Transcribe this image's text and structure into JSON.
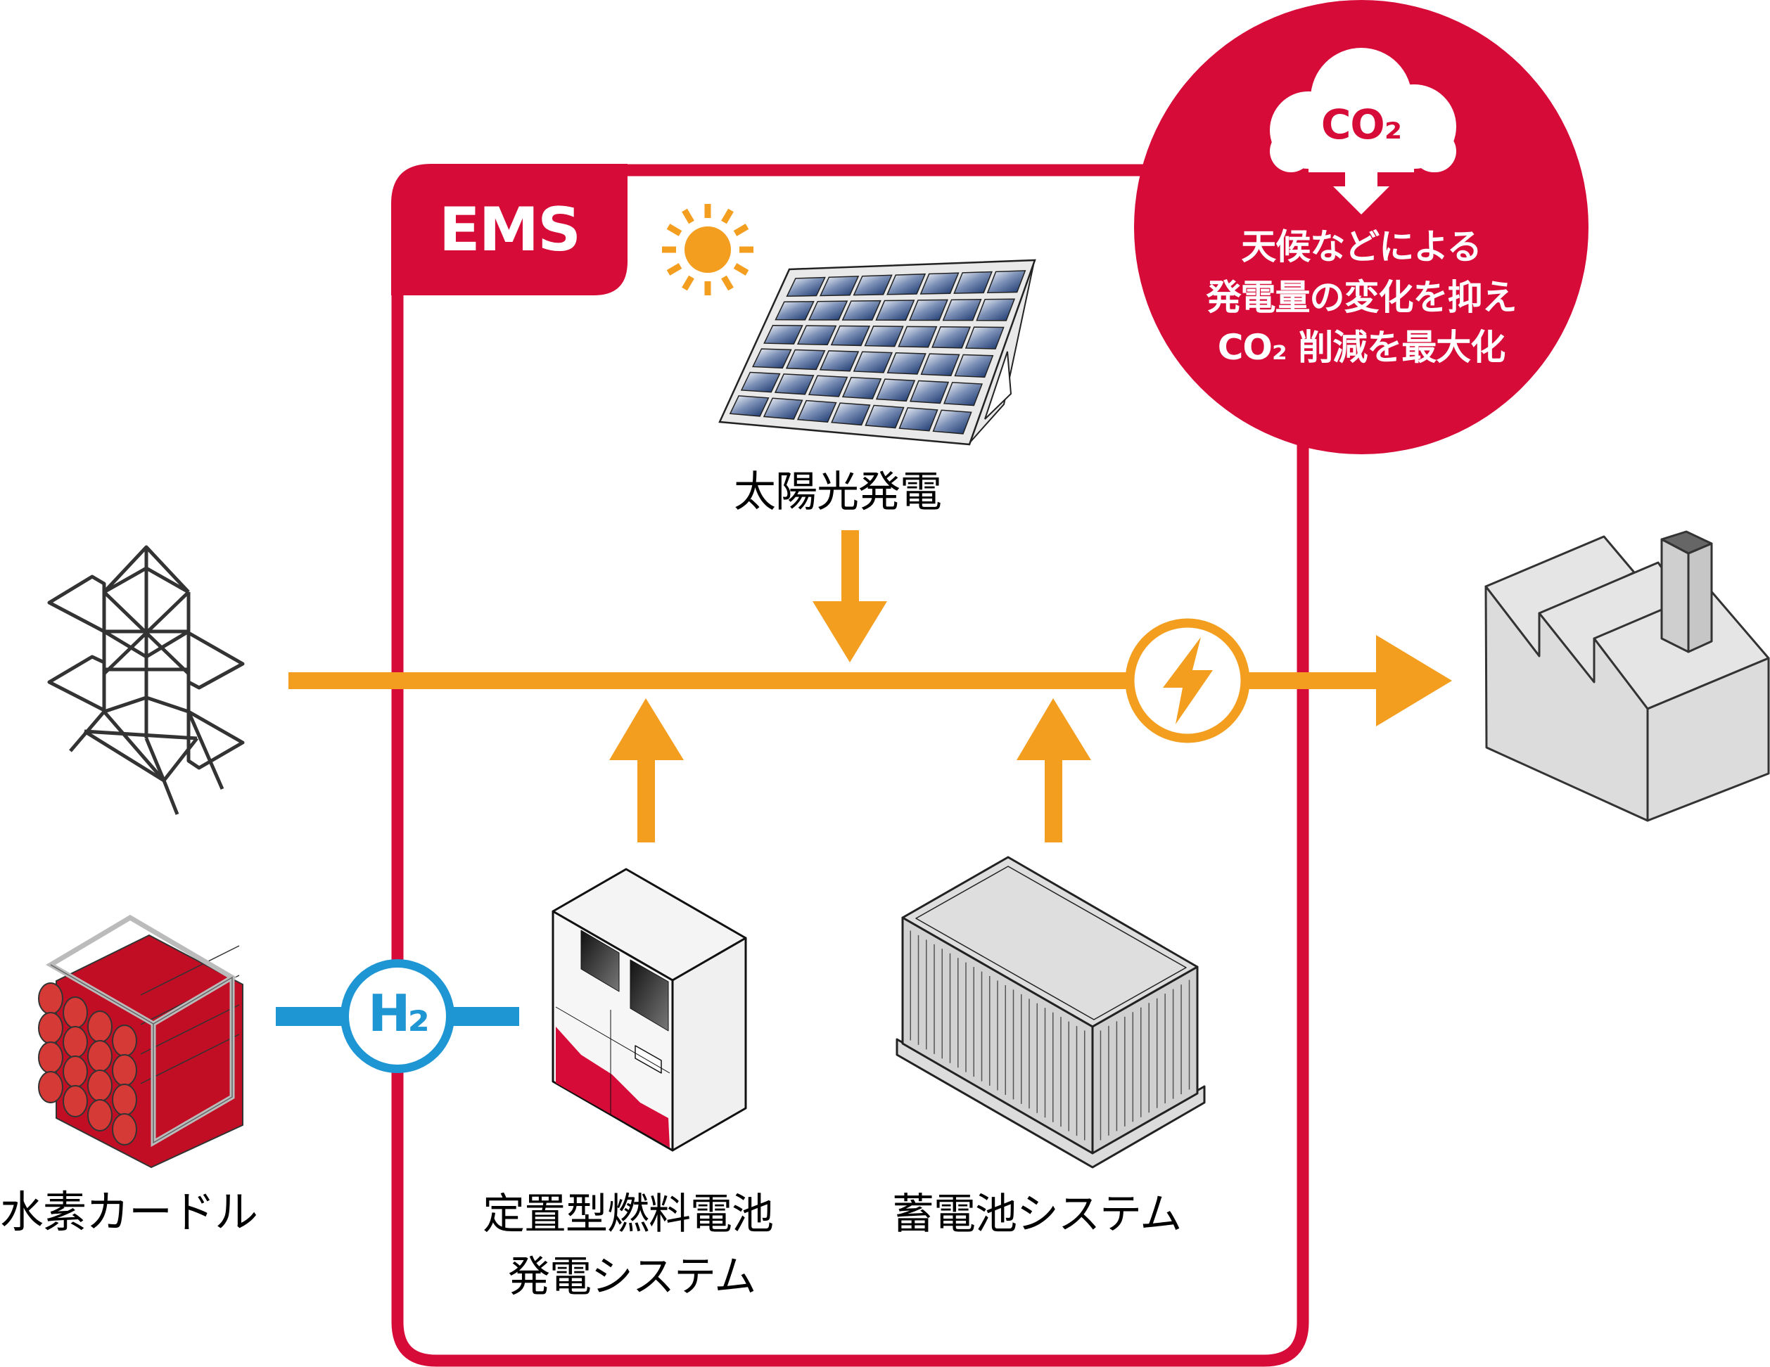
{
  "title": "EMS energy management system diagram",
  "colors": {
    "accent_red": "#D60B38",
    "power_orange": "#F39E1F",
    "hydrogen_blue": "#1E96D4",
    "line_dark": "#333333"
  },
  "ems": {
    "label": "EMS"
  },
  "callout": {
    "cloud_label": "CO₂",
    "lines": [
      "天候などによる",
      "発電量の変化を抑え",
      "CO₂ 削減を最大化"
    ]
  },
  "nodes": {
    "solar": {
      "label": "太陽光発電",
      "icon": "solar-panel-icon"
    },
    "grid": {
      "icon": "transmission-tower-icon"
    },
    "factory": {
      "icon": "factory-icon"
    },
    "hydrogen_curdle": {
      "label": "水素カードル",
      "icon": "hydrogen-cylinder-bundle-icon"
    },
    "fuel_cell": {
      "label_lines": [
        "定置型燃料電池",
        "発電システム"
      ],
      "icon": "fuel-cell-unit-icon"
    },
    "battery": {
      "label": "蓄電池システム",
      "icon": "battery-container-icon"
    }
  },
  "connectors": {
    "hydrogen_badge": "H₂",
    "power_badge_icon": "lightning-bolt-icon",
    "sun_icon": "sun-icon"
  }
}
